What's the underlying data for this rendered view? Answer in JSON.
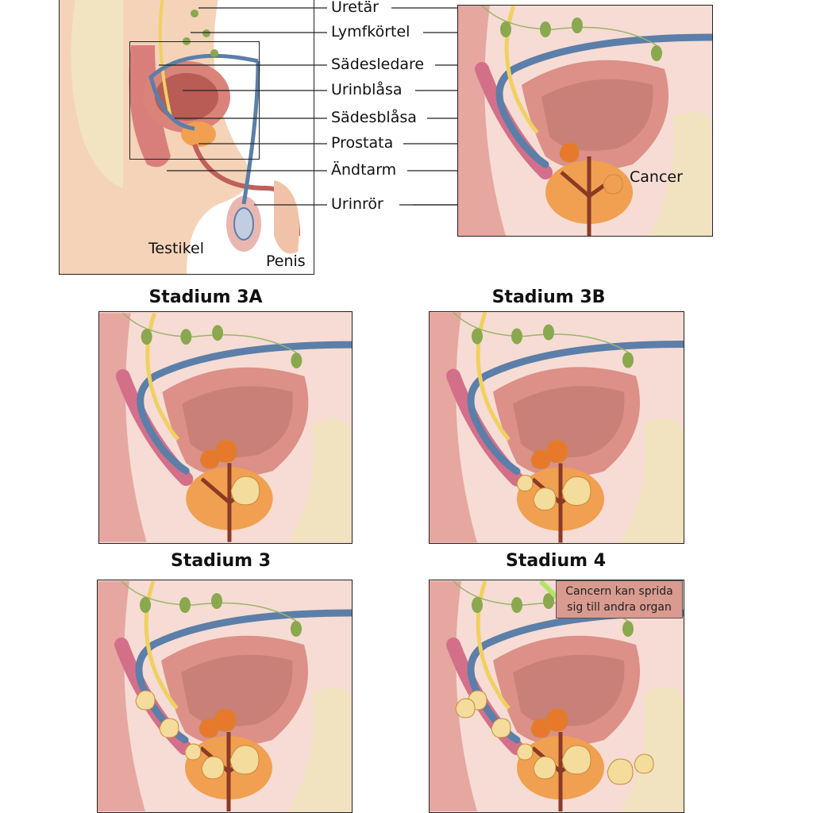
{
  "overview": {
    "labels": [
      "Uretär",
      "Lymfkörtel",
      "Sädesledare",
      "Urinblåsa",
      "Sädesblåsa",
      "Prostata",
      "Ändtarm",
      "Urinrör"
    ],
    "testikel": "Testikel",
    "penis": "Penis",
    "cancer": "Cancer"
  },
  "stages": [
    {
      "title": "Stadium 3A",
      "spread": 1
    },
    {
      "title": "Stadium 3B",
      "spread": 2
    },
    {
      "title": "Stadium 3",
      "spread": 3
    },
    {
      "title": "Stadium 4",
      "spread": 4
    }
  ],
  "stage4_note": "Cancern kan sprida sig till andra organ",
  "colors": {
    "ureter": "#f0d060",
    "vas": "#5b7fa8",
    "lymph": "#8aa84e",
    "prostate": "#f0a050",
    "cancer": "#f3dc9c",
    "bladder": "#d9837a"
  }
}
